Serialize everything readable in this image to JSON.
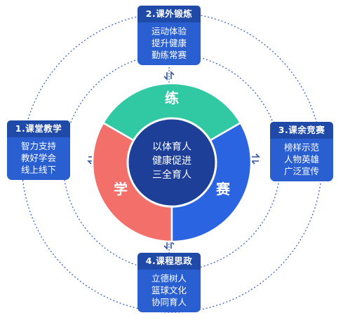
{
  "center": {
    "segments": [
      {
        "label": "练",
        "color": "#30c9a3"
      },
      {
        "label": "学",
        "color": "#f26f6a"
      },
      {
        "label": "赛",
        "color": "#2a64e0"
      }
    ],
    "core_lines": [
      "以体育人",
      "健康促进",
      "三全育人"
    ],
    "core_color": "#1e3f97"
  },
  "cards": {
    "top": {
      "title": "2.课外锻炼",
      "items": [
        "运动体验",
        "提升健康",
        "勤练常赛"
      ]
    },
    "left": {
      "title": "1.课堂教学",
      "items": [
        "智力支持",
        "教好学会",
        "线上线下"
      ]
    },
    "right": {
      "title": "3.课余竞赛",
      "items": [
        "榜样示范",
        "人物英雄",
        "广泛宣传"
      ]
    },
    "bottom": {
      "title": "4.课程思政",
      "items": [
        "立德树人",
        "篮球文化",
        "协同育人"
      ]
    }
  },
  "colors": {
    "card_header": "#1f4aa8",
    "card_body": "#2a5fd2",
    "dotted_ring": "#3a63c9"
  }
}
